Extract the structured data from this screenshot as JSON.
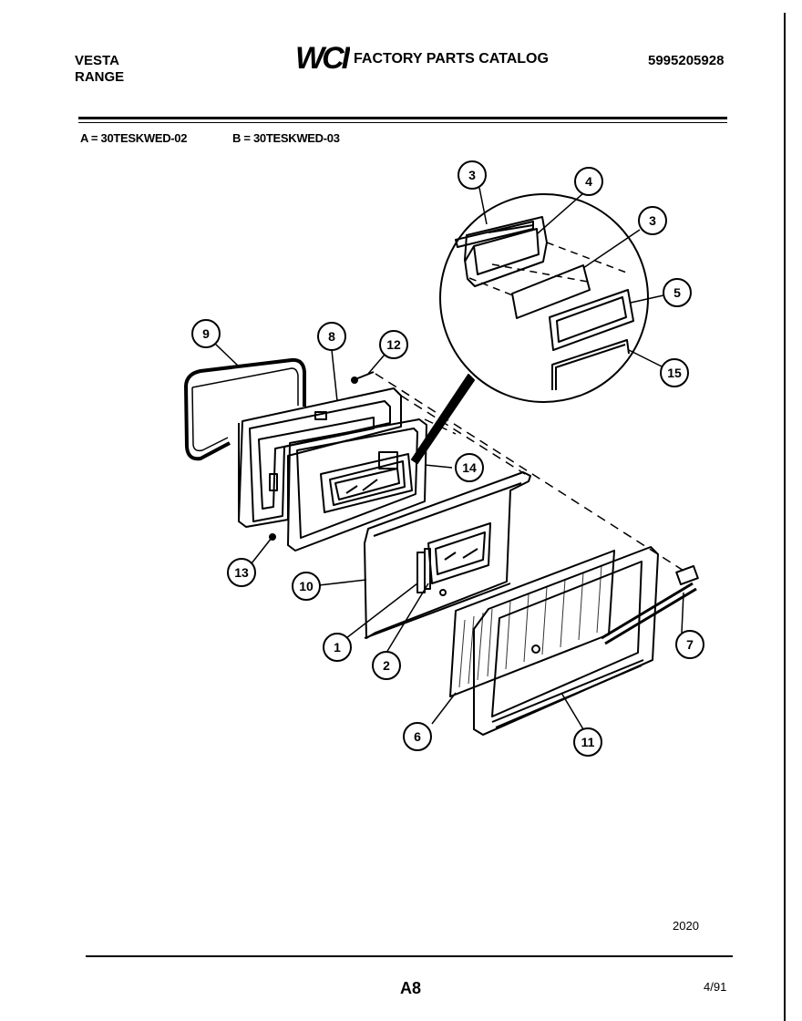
{
  "header": {
    "brand_line1": "VESTA",
    "brand_line2": "RANGE",
    "logo_text": "WCI",
    "catalog_title": "FACTORY PARTS CATALOG",
    "catalog_number": "5995205928"
  },
  "models": {
    "model_a": "A = 30TESKWED-02",
    "model_b": "B = 30TESKWED-03"
  },
  "callouts": [
    "1",
    "2",
    "3",
    "4",
    "5",
    "6",
    "7",
    "8",
    "9",
    "10",
    "11",
    "12",
    "13",
    "14",
    "15"
  ],
  "footer": {
    "figure_code": "2020",
    "page": "A8",
    "date": "4/91"
  }
}
